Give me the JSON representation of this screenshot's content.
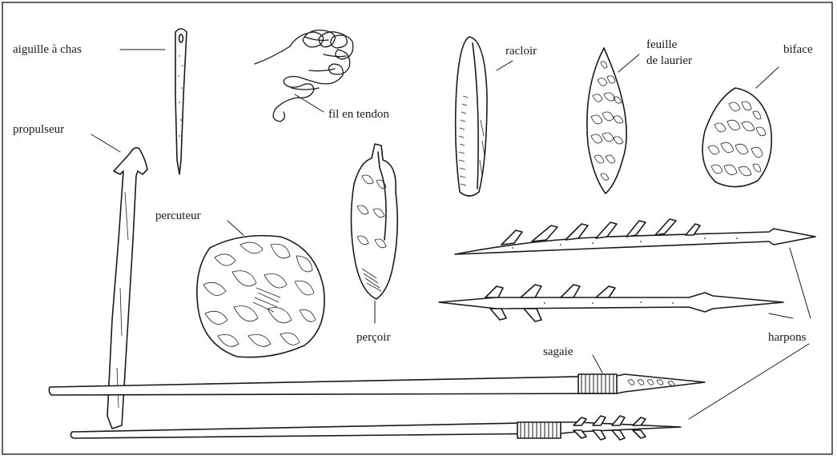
{
  "labels": {
    "aiguille": "aiguille à chas",
    "fil": "fil en tendon",
    "racloir": "racloir",
    "feuille_line1": "feuille",
    "feuille_line2": "de laurier",
    "biface": "biface",
    "propulseur": "propulseur",
    "percuteur": "percuteur",
    "percoir": "perçoir",
    "harpons": "harpons",
    "sagaie": "sagaie"
  }
}
